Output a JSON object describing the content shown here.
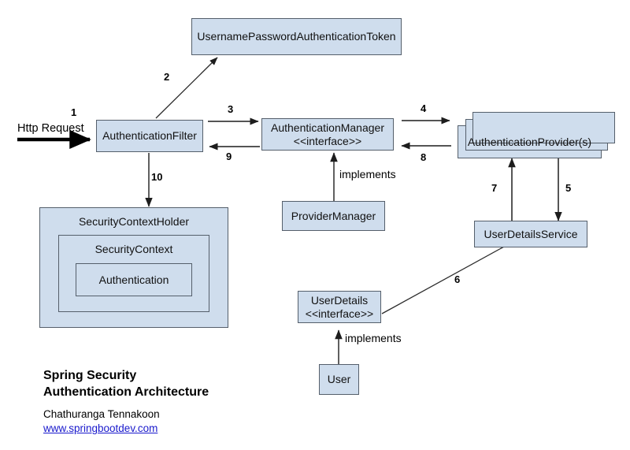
{
  "diagram": {
    "title_line1": "Spring Security",
    "title_line2": "Authentication Architecture",
    "author": "Chathuranga Tennakoon",
    "website": "www.springbootdev.com",
    "background_color": "#ffffff",
    "node_fill_color": "#cfdded",
    "node_border_color": "#555f6b",
    "link_color": "#1919cc"
  },
  "nodes": {
    "token": {
      "label": "UsernamePasswordAuthenticationToken"
    },
    "auth_filter": {
      "label": "AuthenticationFilter"
    },
    "auth_manager": {
      "label": "AuthenticationManager",
      "stereotype": "<<interface>>"
    },
    "auth_provider": {
      "label": "AuthenticationProvider(s)"
    },
    "provider_manager": {
      "label": "ProviderManager"
    },
    "user_details_service": {
      "label": "UserDetailsService"
    },
    "user_details": {
      "label": "UserDetails",
      "stereotype": "<<interface>>"
    },
    "user": {
      "label": "User"
    },
    "security_context_holder": {
      "label": "SecurityContextHolder"
    },
    "security_context": {
      "label": "SecurityContext"
    },
    "authentication": {
      "label": "Authentication"
    }
  },
  "labels": {
    "http_request": "Http Request",
    "implements_manager": "implements",
    "implements_user": "implements"
  },
  "edges": [
    {
      "id": "1",
      "label": "1",
      "from": "http-request",
      "to": "auth_filter"
    },
    {
      "id": "2",
      "label": "2",
      "from": "auth_filter",
      "to": "token"
    },
    {
      "id": "3",
      "label": "3",
      "from": "auth_filter",
      "to": "auth_manager"
    },
    {
      "id": "4",
      "label": "4",
      "from": "auth_manager",
      "to": "auth_provider"
    },
    {
      "id": "5",
      "label": "5",
      "from": "auth_provider",
      "to": "user_details_service"
    },
    {
      "id": "6",
      "label": "6",
      "from": "user_details_service",
      "to": "user_details"
    },
    {
      "id": "7",
      "label": "7",
      "from": "user_details_service",
      "to": "auth_provider"
    },
    {
      "id": "8",
      "label": "8",
      "from": "auth_provider",
      "to": "auth_manager"
    },
    {
      "id": "9",
      "label": "9",
      "from": "auth_manager",
      "to": "auth_filter"
    },
    {
      "id": "10",
      "label": "10",
      "from": "auth_filter",
      "to": "security_context_holder"
    }
  ]
}
